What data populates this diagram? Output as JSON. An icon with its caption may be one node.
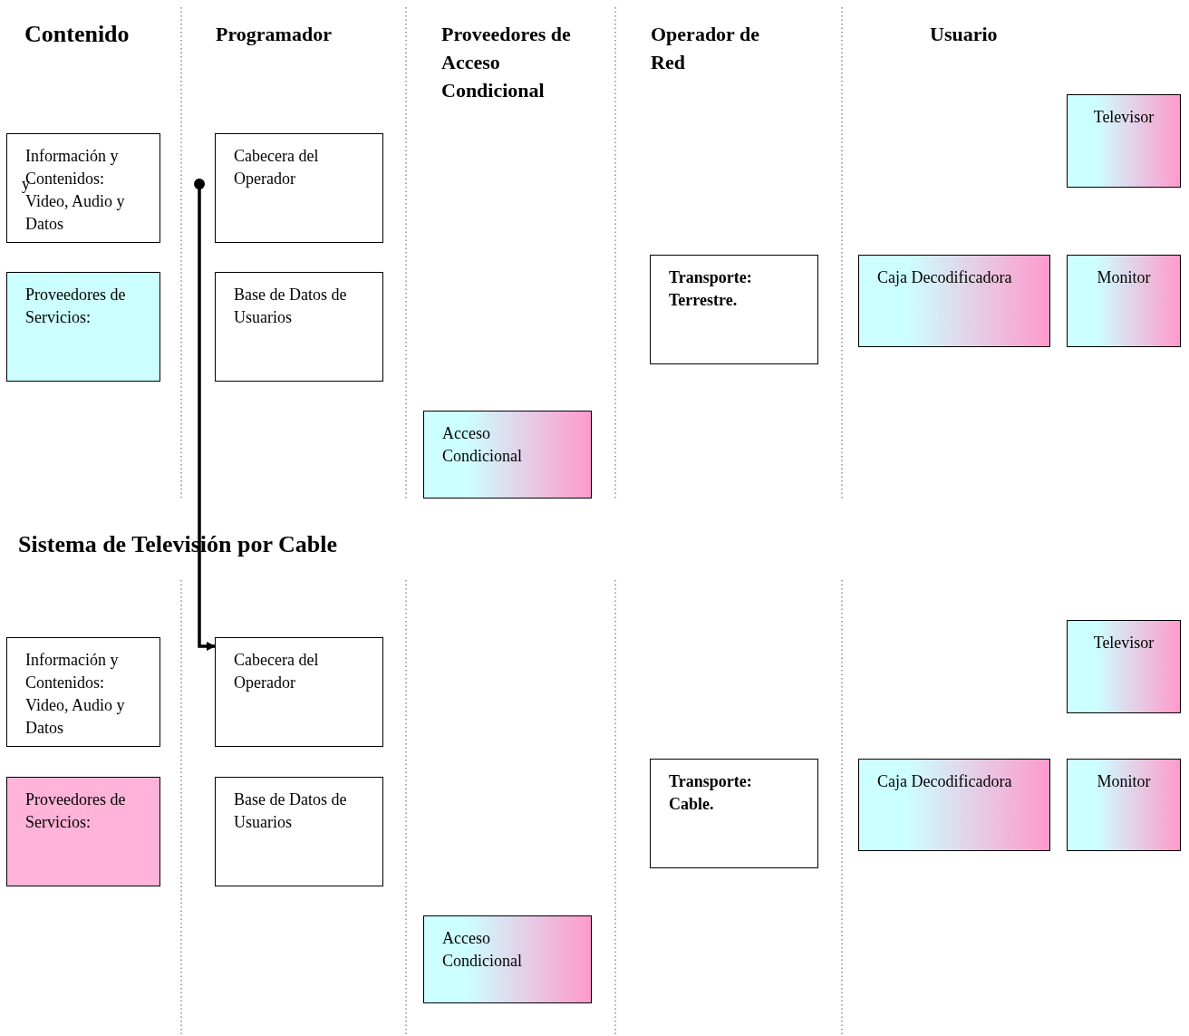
{
  "diagram": {
    "nodes": [
      {
        "text": [
          "Televisor"
        ]
      },
      {
        "text": [
          "Información y Contenidos: Video, Audio y Datos"
        ]
      },
      {
        "text": [
          "Cabecera del Operador"
        ]
      },
      {
        "text": [
          "Transporte: Terrestre."
        ]
      },
      {
        "text": [
          "Caja Decodificadora"
        ]
      },
      {
        "text": [
          "Monitor"
        ]
      },
      {
        "text": [
          "Proveedores de Servicios:"
        ]
      },
      {
        "text": [
          "Base de Datos de Usuarios"
        ]
      },
      {
        "text": [
          "Acceso Condicional"
        ]
      },
      {
        "text": [
          "Televisor"
        ]
      },
      {
        "text": [
          "Información y Contenidos: Video, Audio y Datos"
        ]
      },
      {
        "text": [
          "Cabecera del Operador"
        ]
      },
      {
        "text": [
          "Transporte: Cable."
        ]
      },
      {
        "text": [
          "Caja Decodificadora"
        ]
      },
      {
        "text": [
          "Monitor"
        ]
      },
      {
        "text": [
          "Proveedores de Servicios:"
        ]
      },
      {
        "text": [
          "Base de Datos de Usuarios"
        ]
      },
      {
        "text": [
          "Acceso Condicional"
        ]
      }
    ],
    "edges": [
      {
        "from": 2,
        "to": 11,
        "arrow": "to"
      }
    ],
    "labels": [
      "Contenido",
      "Programador",
      "Proveedores de Acceso Condicional",
      "Operador de Red",
      "Usuario",
      "y",
      "Sistema de Televisión por Cable"
    ]
  }
}
